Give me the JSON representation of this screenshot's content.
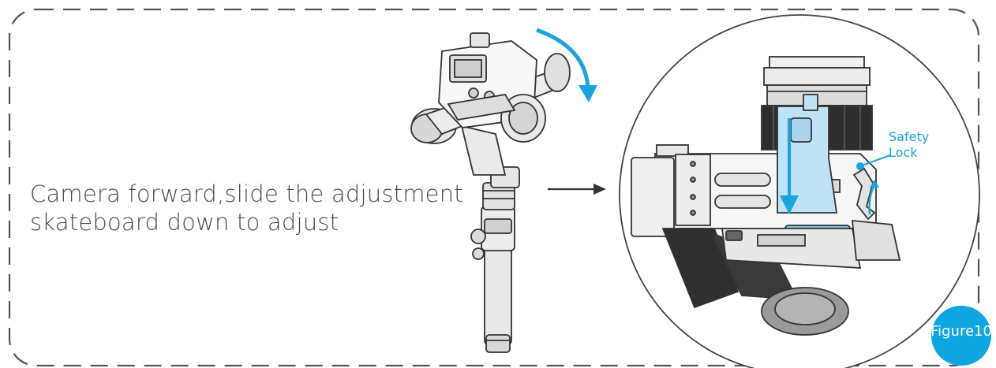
{
  "caption": {
    "line1": "Camera forward,slide the adjustment",
    "line2": "skateboard down to adjust"
  },
  "callout": {
    "line1": "Safety",
    "line2": "Lock"
  },
  "figure_badge": "Figure10",
  "colors": {
    "accent": "#0ea5e0",
    "callout_text": "#1aa3dc",
    "dashed_border": "#555555",
    "highlight_plate": "#bfe3f5"
  }
}
